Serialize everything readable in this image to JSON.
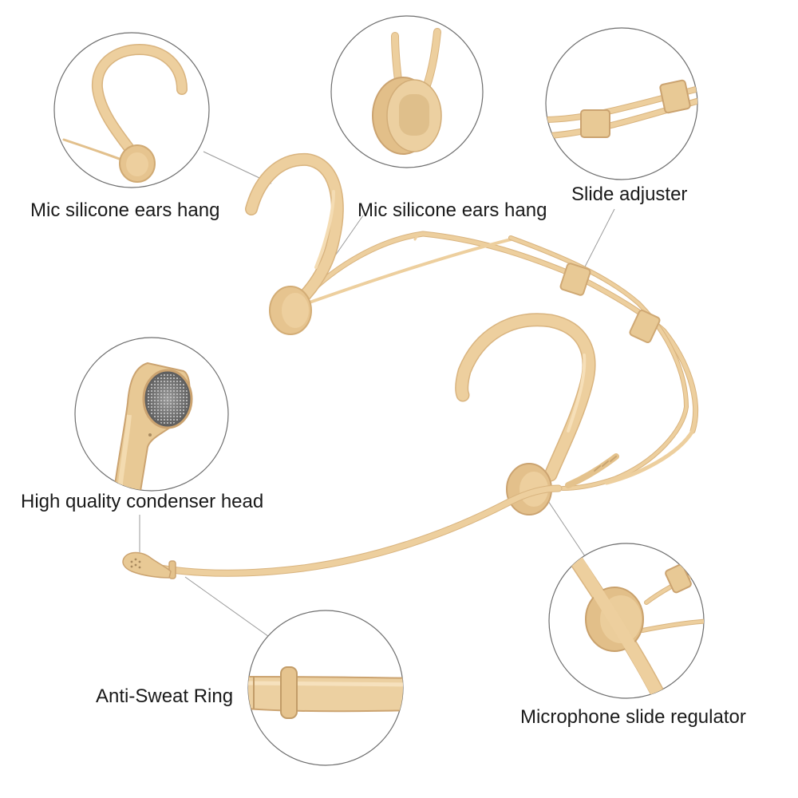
{
  "labels": {
    "ear_hang_left": "Mic silicone ears hang",
    "ear_hang_center": "Mic silicone ears hang",
    "slide_adjuster": "Slide adjuster",
    "condenser_head": "High quality condenser head",
    "anti_sweat_ring": "Anti-Sweat Ring",
    "slide_regulator": "Microphone slide regulator"
  },
  "colors": {
    "background": "#ffffff",
    "product_beige": "#edcf9e",
    "product_shadow": "#d9b47f",
    "circle_outline": "#6e6e6e",
    "leader_line": "#9a9a9a",
    "text": "#1a1a1a"
  },
  "product": "flesh-colored headset microphone with detail callouts"
}
